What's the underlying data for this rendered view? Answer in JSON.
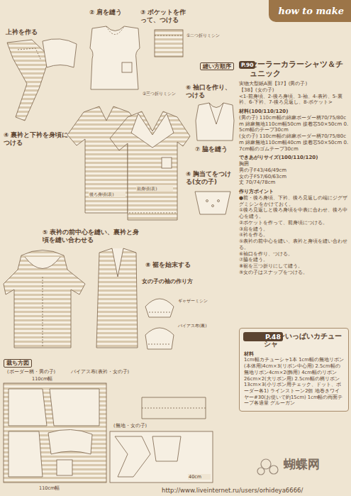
{
  "diagram": {
    "title": "セーラーカラーシャツ＆チュニック",
    "nodes": [
      {
        "text": [
          "how to make"
        ]
      },
      {
        "text": [
          "P.90"
        ]
      },
      {
        "text": [
          "リボンいっぱいカチューシャ",
          "材料",
          "1cm幅カチューシャ1本 1cm幅の無地リボン(本体用)4cm×3(リボン中心用) 2.5cm幅の無地リボン4cm×2(飾用) 4cm幅のリボン26cm×2(大リボン用) 2.5cm幅の柄リボン13cm×3(小リボン用チェック、ドット、ボーダー各1) ラインストーン2個 地巻きワイヤー#30(お使いで約15cm) 1cm幅の両面テープ各適量 グルーガン"
        ]
      },
      {
        "text": [
          "P.48"
        ],
        "in": 2
      }
    ],
    "labels": [
      "実物大型紙A面【37】(男の子)",
      "【38】(女の子)",
      "<1-前身頃、2-後ろ身頃、3-袖、4-表衿、5-裏衿、6-下衿、7-後ろ見返し、8-ポケット>",
      "材料(100/110/120)",
      "(男の子) 110cm幅の綿麻ボーダー柄70/75/80cm 綿麻無地110cm幅50cm 接着芯50×50cm 0.5cm幅のテープ30cm",
      "(女の子) 110cm幅の綿麻ボーダー柄70/75/80cm 綿麻無地110cm幅40cm 接着芯50×50cm 0.7cm幅のゴムテープ30cm",
      "できあがりサイズ(100/110/120)",
      "胸囲",
      "男の子F43/46/49cm",
      "女の子F57/60/63cm",
      "丈 70/74/78cm",
      "作り方ポイント",
      "●前・後ろ身頃、下衿、後ろ見返しの端にジグザグミシンをかけておく。",
      "①後ろ見返しと後ろ身頃を中表に合わせ、後ろ中心を縫う。",
      "②ポケットを作って、前身頃につける。",
      "③肩を縫う。",
      "④衿を作る。",
      "⑤表衿の前中心を縫い、表衿と身頃を縫い合わせる。",
      "⑥袖口を作り、つける。",
      "⑦脇を縫う。",
      "⑧裾を三つ折りにして縫う。",
      "⑨女の子はスナップをつける。",
      "上衿を作る",
      "② 肩を縫う",
      "③ ポケットを作って、つける",
      "①二つ折りミシン",
      "縫い方順序",
      "⑥ 袖口を作り、つける",
      "②三つ折りミシン",
      "⑦ 脇を縫う",
      "④ 胸当てをつける(女の子)",
      "⑧ 裾を始末する",
      "女の子の袖の作り方",
      "ギャザーミシン",
      "バイアス布(裏)",
      "⑤ 表衿の前中心を縫い、裏衿と身頃を縫い合わせる",
      "④ 裏衿と下衿を身頃につける",
      "前身頃(表)",
      "後ろ身頃(表)",
      "裁ち方図",
      "(ボーダー柄・男の子)",
      "110cm幅",
      "バイアス布(表衿・女の子)",
      "(無地・女の子)",
      "110cm幅",
      "40cm",
      "蝴蝶网",
      "http://www.liveinternet.ru/users/orhideya6666/"
    ]
  }
}
